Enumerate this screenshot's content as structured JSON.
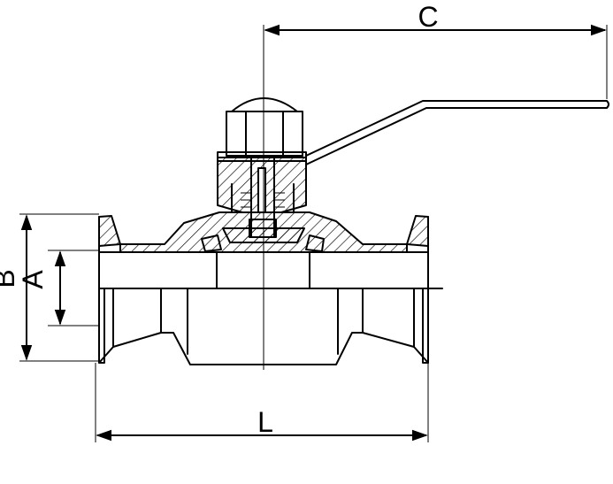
{
  "dimensions": {
    "overall_length": "L",
    "handle_length": "C",
    "flange_diameter": "B",
    "bore_diameter": "A"
  }
}
